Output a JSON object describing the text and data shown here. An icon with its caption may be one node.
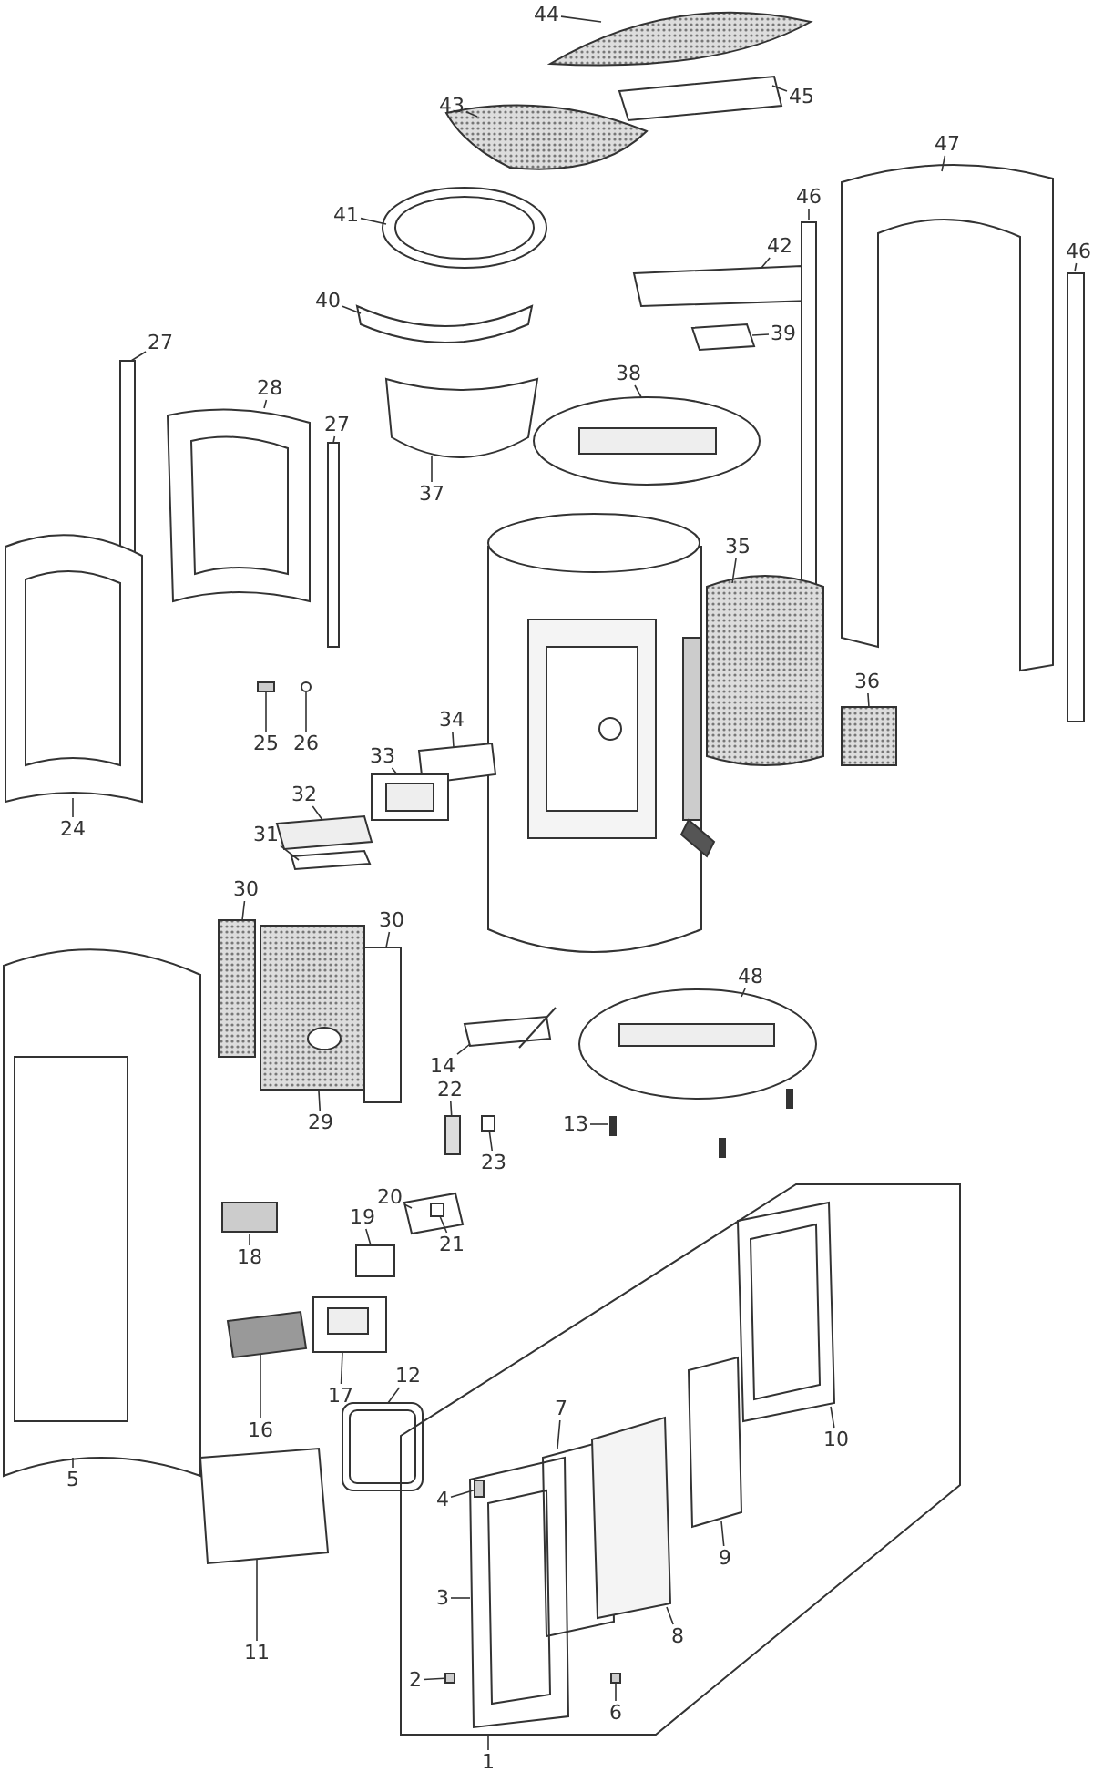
{
  "diagram": {
    "nodes": [
      {
        "text": [
          "44"
        ]
      },
      {
        "text": [
          "45"
        ]
      },
      {
        "text": [
          "43"
        ]
      },
      {
        "text": [
          "47"
        ]
      },
      {
        "text": [
          "46"
        ]
      },
      {
        "text": [
          "41"
        ]
      },
      {
        "text": [
          "46"
        ]
      },
      {
        "text": [
          "42"
        ]
      },
      {
        "text": [
          "40"
        ]
      },
      {
        "text": [
          "39"
        ]
      },
      {
        "text": [
          "27"
        ]
      },
      {
        "text": [
          "38"
        ]
      },
      {
        "text": [
          "28"
        ]
      },
      {
        "text": [
          "27"
        ]
      },
      {
        "text": [
          "37"
        ]
      },
      {
        "text": [
          "35"
        ]
      },
      {
        "text": [
          "36"
        ]
      },
      {
        "text": [
          "34"
        ]
      },
      {
        "text": [
          "25"
        ]
      },
      {
        "text": [
          "26"
        ]
      },
      {
        "text": [
          "33"
        ]
      },
      {
        "text": [
          "32"
        ]
      },
      {
        "text": [
          "24"
        ]
      },
      {
        "text": [
          "31"
        ]
      },
      {
        "text": [
          "30"
        ]
      },
      {
        "text": [
          "30"
        ]
      },
      {
        "text": [
          "48"
        ]
      },
      {
        "text": [
          "14"
        ]
      },
      {
        "text": [
          "22"
        ]
      },
      {
        "text": [
          "29"
        ]
      },
      {
        "text": [
          "13"
        ]
      },
      {
        "text": [
          "23"
        ]
      },
      {
        "text": [
          "20"
        ]
      },
      {
        "text": [
          "19"
        ]
      },
      {
        "text": [
          "21"
        ]
      },
      {
        "text": [
          "18"
        ]
      },
      {
        "text": [
          "12"
        ]
      },
      {
        "text": [
          "17"
        ]
      },
      {
        "text": [
          "7"
        ]
      },
      {
        "text": [
          "16"
        ]
      },
      {
        "text": [
          "10"
        ]
      },
      {
        "text": [
          "5"
        ]
      },
      {
        "text": [
          "4"
        ]
      },
      {
        "text": [
          "9"
        ]
      },
      {
        "text": [
          "3"
        ]
      },
      {
        "text": [
          "8"
        ]
      },
      {
        "text": [
          "11"
        ]
      },
      {
        "text": [
          "2"
        ]
      },
      {
        "text": [
          "6"
        ]
      },
      {
        "text": [
          "1"
        ]
      },
      {
        "text": [],
        "shape": "box"
      },
      {
        "text": [],
        "shape": "circle"
      },
      {
        "text": [],
        "shape": "box"
      },
      {
        "text": [],
        "shape": "box"
      },
      {
        "text": [],
        "shape": "box"
      },
      {
        "text": [],
        "shape": "box"
      },
      {
        "text": [],
        "shape": "box"
      },
      {
        "text": [],
        "shape": "box"
      },
      {
        "text": [],
        "shape": "box"
      }
    ],
    "edges": [
      {
        "from": 0,
        "to": null,
        "arrow": "none"
      },
      {
        "from": 1,
        "to": null,
        "arrow": "none"
      },
      {
        "from": 2,
        "to": null,
        "arrow": "none"
      },
      {
        "from": 3,
        "to": null,
        "arrow": "none"
      },
      {
        "from": 4,
        "to": null,
        "arrow": "none"
      },
      {
        "from": 5,
        "to": null,
        "arrow": "none"
      },
      {
        "from": 6,
        "to": null,
        "arrow": "none"
      },
      {
        "from": 7,
        "to": null,
        "arrow": "none"
      },
      {
        "from": 8,
        "to": null,
        "arrow": "none"
      },
      {
        "from": 9,
        "to": null,
        "arrow": "none"
      },
      {
        "from": 10,
        "to": null,
        "arrow": "none"
      },
      {
        "from": 11,
        "to": null,
        "arrow": "none"
      },
      {
        "from": 12,
        "to": null,
        "arrow": "none"
      },
      {
        "from": 13,
        "to": null,
        "arrow": "none"
      },
      {
        "from": 14,
        "to": null,
        "arrow": "none"
      },
      {
        "from": 15,
        "to": null,
        "arrow": "none"
      },
      {
        "from": 16,
        "to": null,
        "arrow": "none"
      },
      {
        "from": 17,
        "to": null,
        "arrow": "none"
      },
      {
        "from": 18,
        "to": 50,
        "arrow": "none"
      },
      {
        "from": 19,
        "to": 51,
        "arrow": "none"
      },
      {
        "from": 20,
        "to": null,
        "arrow": "none"
      },
      {
        "from": 21,
        "to": null,
        "arrow": "none"
      },
      {
        "from": 22,
        "to": null,
        "arrow": "none"
      },
      {
        "from": 23,
        "to": null,
        "arrow": "none"
      },
      {
        "from": 24,
        "to": null,
        "arrow": "none"
      },
      {
        "from": 25,
        "to": null,
        "arrow": "none"
      },
      {
        "from": 26,
        "to": null,
        "arrow": "none"
      },
      {
        "from": 27,
        "to": null,
        "arrow": "none"
      },
      {
        "from": 28,
        "to": 52,
        "arrow": "none"
      },
      {
        "from": 29,
        "to": null,
        "arrow": "none"
      },
      {
        "from": 30,
        "to": null,
        "arrow": "none"
      },
      {
        "from": 31,
        "to": 53,
        "arrow": "none"
      },
      {
        "from": 32,
        "to": null,
        "arrow": "none"
      },
      {
        "from": 33,
        "to": 54,
        "arrow": "none"
      },
      {
        "from": 34,
        "to": 55,
        "arrow": "none"
      },
      {
        "from": 35,
        "to": null,
        "arrow": "none"
      },
      {
        "from": 36,
        "to": null,
        "arrow": "none"
      },
      {
        "from": 37,
        "to": null,
        "arrow": "none"
      },
      {
        "from": 38,
        "to": null,
        "arrow": "none"
      },
      {
        "from": 39,
        "to": null,
        "arrow": "none"
      },
      {
        "from": 40,
        "to": null,
        "arrow": "none"
      },
      {
        "from": 41,
        "to": null,
        "arrow": "none"
      },
      {
        "from": 42,
        "to": 56,
        "arrow": "none"
      },
      {
        "from": 43,
        "to": null,
        "arrow": "none"
      },
      {
        "from": 44,
        "to": null,
        "arrow": "none"
      },
      {
        "from": 45,
        "to": null,
        "arrow": "none"
      },
      {
        "from": 46,
        "to": null,
        "arrow": "none"
      },
      {
        "from": 47,
        "to": 57,
        "arrow": "none"
      },
      {
        "from": 48,
        "to": 58,
        "arrow": "none"
      },
      {
        "from": 49,
        "to": null,
        "arrow": "none"
      }
    ]
  }
}
